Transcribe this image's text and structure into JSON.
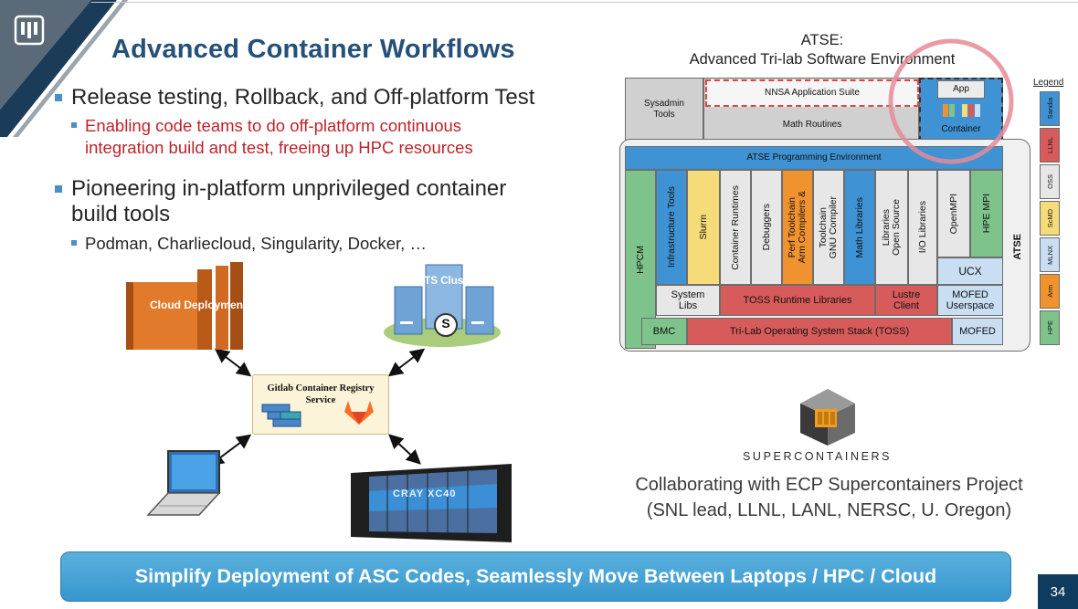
{
  "slide": {
    "title": "Advanced Container Workflows",
    "page_number": "34"
  },
  "bullets": [
    {
      "text": "Release testing, Rollback, and Off-platform Test",
      "sub": [
        "Enabling code teams to do off-platform continuous",
        "integration build and test, freeing up HPC resources"
      ]
    },
    {
      "text_lines": [
        "Pioneering in-platform unprivileged container",
        "build tools"
      ],
      "sub": [
        "Podman, Charliecloud, Singularity, Docker, …"
      ]
    }
  ],
  "diagram": {
    "cloud_label": "Cloud Deployment",
    "cluster_label": "CTS Cluster",
    "cluster_badge": "S",
    "registry_label_1": "Gitlab Container Registry",
    "registry_label_2": "Service",
    "cray_label": "CRAY XC40"
  },
  "atse": {
    "title_1": "ATSE:",
    "title_2": "Advanced Tri-lab Software Environment",
    "sysadmin_1": "Sysadmin",
    "sysadmin_2": "Tools",
    "nnsa": "NNSA Application Suite",
    "math_routines": "Math Routines",
    "app": "App",
    "container": "Container",
    "prog_env": "ATSE Programming Environment",
    "hpcm": "HPCM",
    "infra": "Infrastructure Tools",
    "slurm": "Slurm",
    "container_runtimes": "Container Runtimes",
    "debuggers": "Debuggers",
    "arm_1": "Arm Compilers &",
    "arm_2": "Perf Toolchain",
    "gnu_1": "GNU Compiler",
    "gnu_2": "Toolchain",
    "math_libs": "Math Libraries",
    "oss_1": "Open Source",
    "oss_2": "Libraries",
    "io": "I/O Libraries",
    "openmpi": "OpenMPI",
    "hpempi": "HPE MPI",
    "ucx": "UCX",
    "syslibs_1": "System",
    "syslibs_2": "Libs",
    "toss_rt": "TOSS Runtime Libraries",
    "lustre_1": "Lustre",
    "lustre_2": "Client",
    "mofed_us_1": "MOFED",
    "mofed_us_2": "Userspace",
    "bmc": "BMC",
    "toss": "Tri-Lab Operating System Stack (TOSS)",
    "mofed": "MOFED",
    "side": "ATSE"
  },
  "legend": {
    "title": "Legend",
    "items": [
      {
        "label": "Sandia",
        "color": "#3f92d3"
      },
      {
        "label": "LLNL",
        "color": "#d85b5b"
      },
      {
        "label": "OSS",
        "color": "#e7e7e7"
      },
      {
        "label": "ScMD",
        "color": "#f5dc78"
      },
      {
        "label": "MLNX",
        "color": "#c9def3"
      },
      {
        "label": "Arm",
        "color": "#f0932f"
      },
      {
        "label": "HPE",
        "color": "#7ec38b"
      }
    ]
  },
  "supercontainers": {
    "name": "SUPERCONTAINERS",
    "collab_1": "Collaborating with ECP Supercontainers Project",
    "collab_2": "(SNL lead, LLNL, LANL, NERSC, U. Oregon)"
  },
  "banner": {
    "text": "Simplify Deployment of ASC Codes, Seamlessly Move Between Laptops / HPC / Cloud"
  }
}
